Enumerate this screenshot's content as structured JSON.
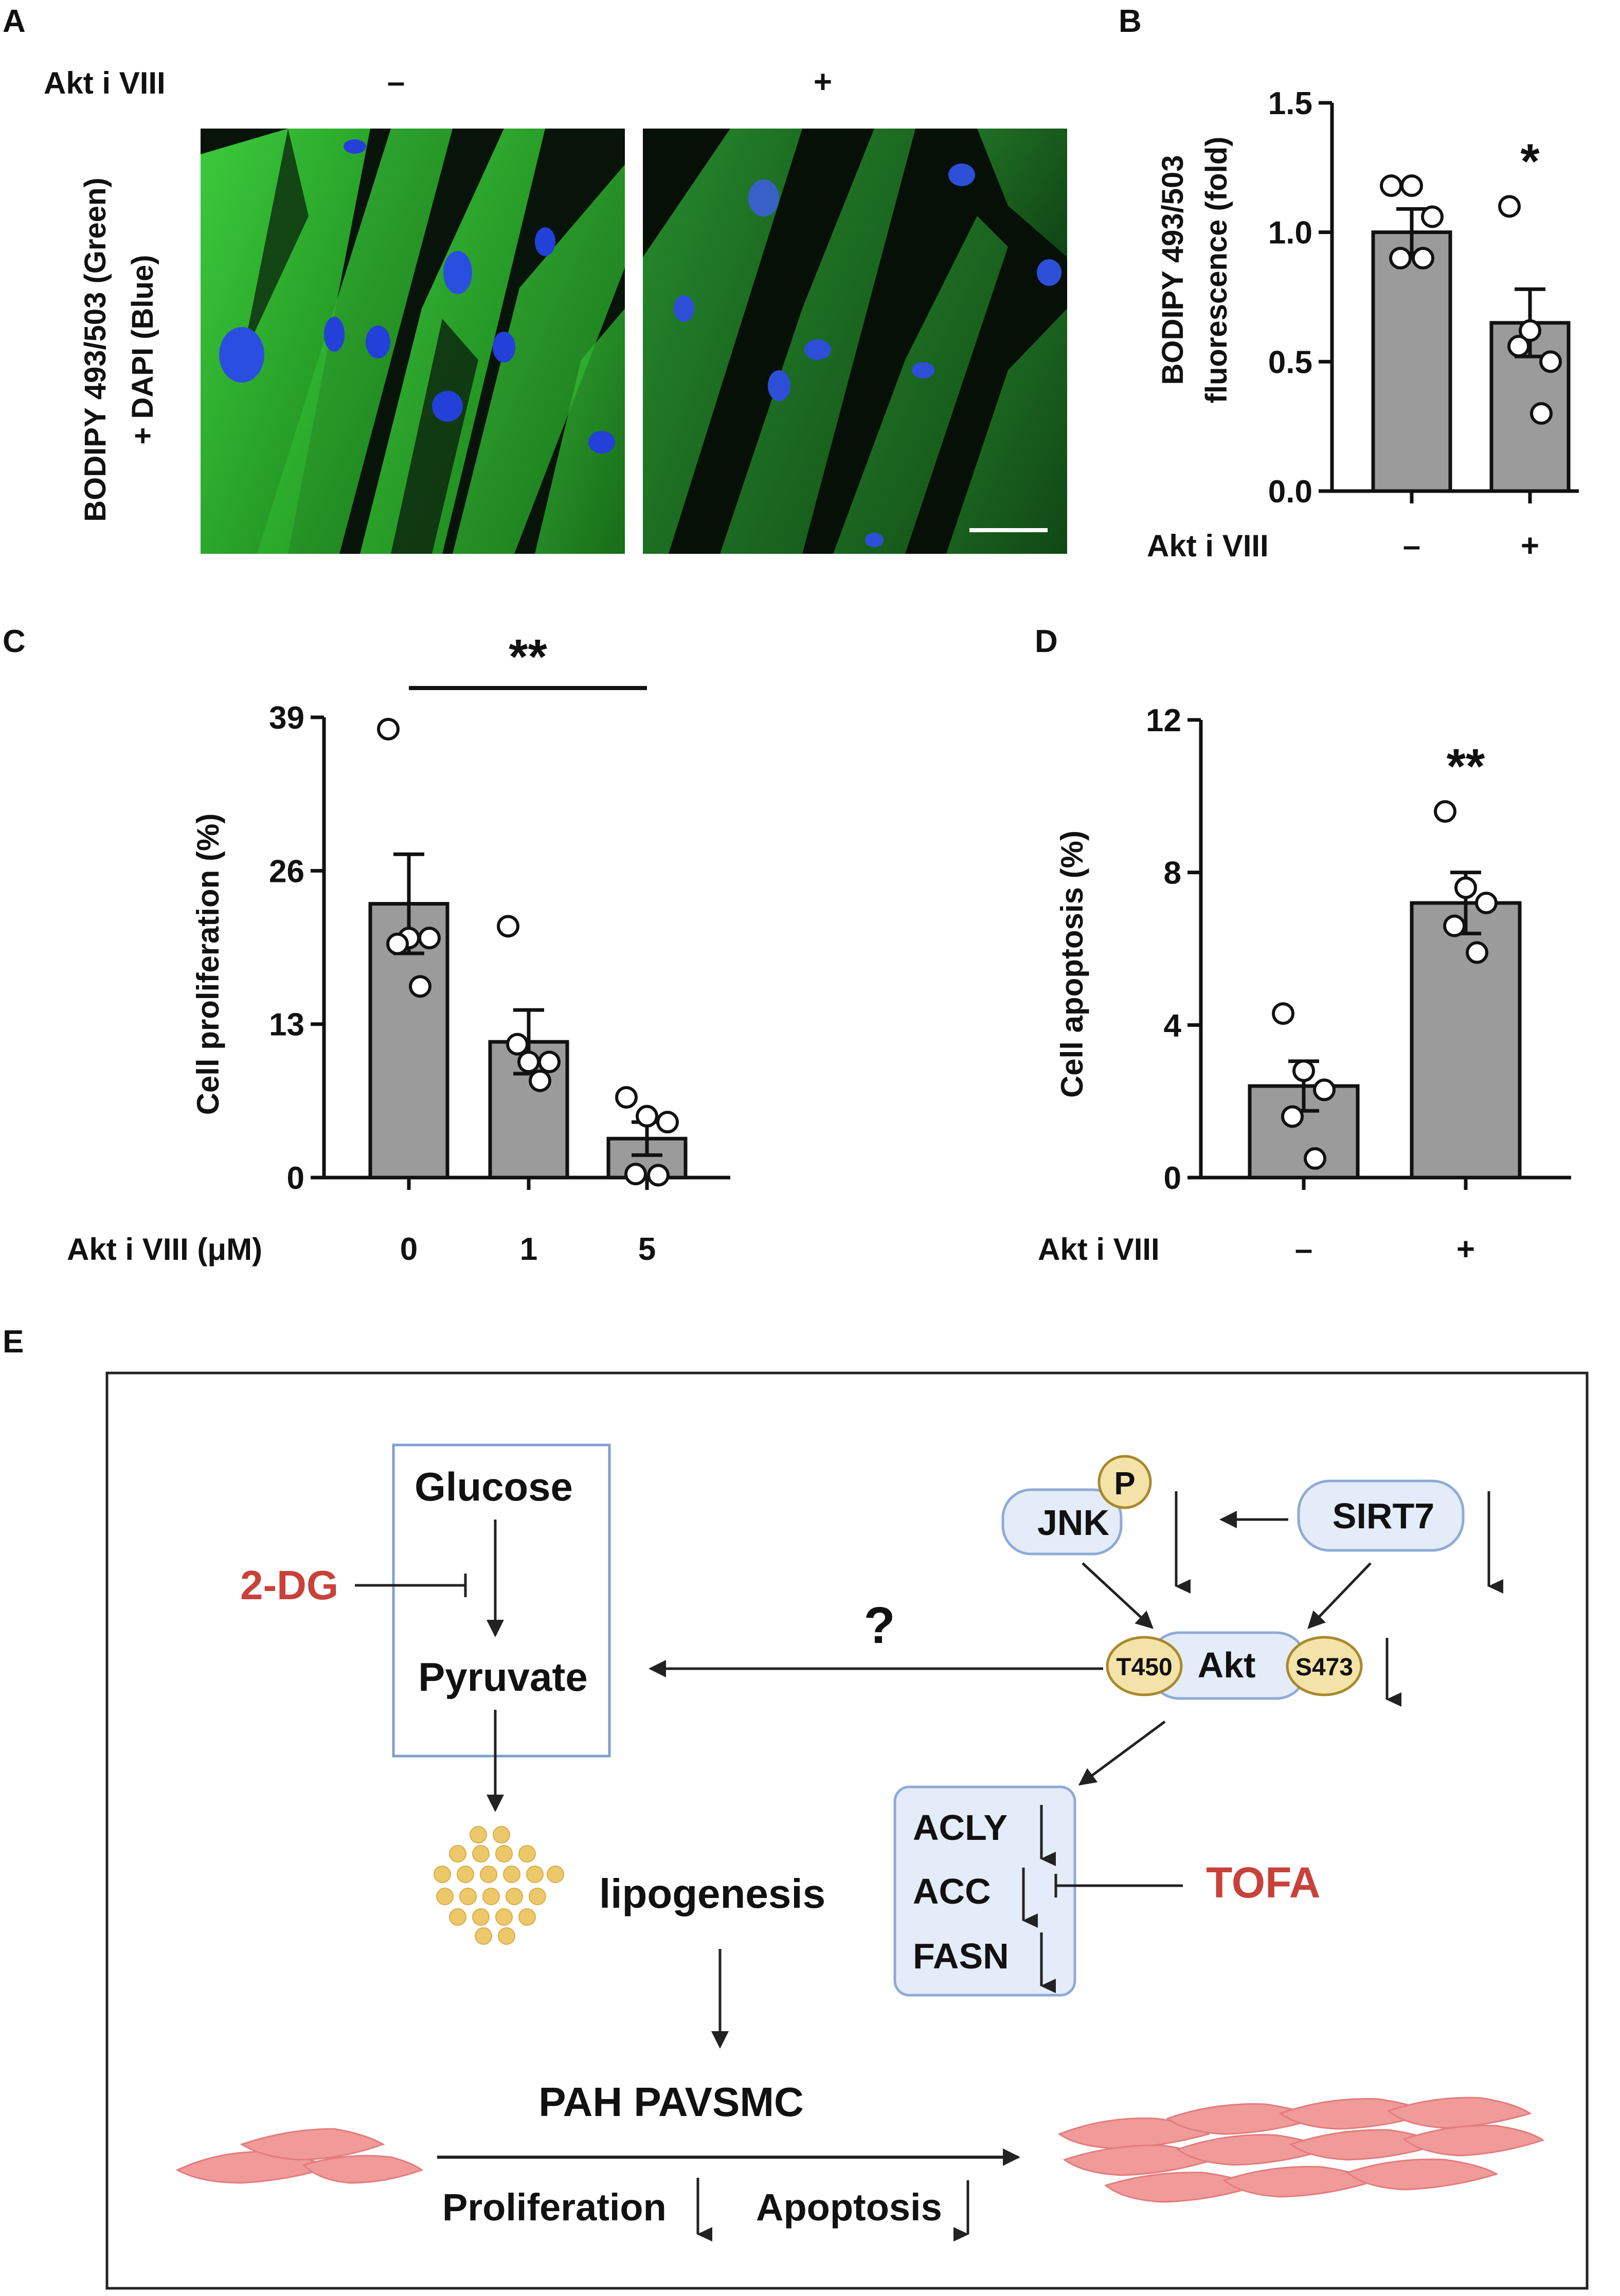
{
  "panels": {
    "A": {
      "letter": "A",
      "treatment_label": "Akt i VIII",
      "minus": "–",
      "plus": "+",
      "ylabel_line1": "BODIPY 493/503 (Green)",
      "ylabel_line2": "+ DAPI (Blue)",
      "image_colors": {
        "bg": "#0a1a0a",
        "lipid": "#3ec43e",
        "nucleus": "#1f3fe0"
      }
    },
    "B": {
      "letter": "B"
    },
    "C": {
      "letter": "C"
    },
    "D": {
      "letter": "D"
    },
    "E": {
      "letter": "E"
    }
  },
  "chart_data": [
    {
      "panel": "B",
      "type": "bar",
      "ylabel_line1": "BODIPY 493/503",
      "ylabel_line2": "fluorescence (fold)",
      "xlabel": "Akt i VIII",
      "categories": [
        "–",
        "+"
      ],
      "values": [
        1.0,
        0.65
      ],
      "sem": [
        0.09,
        0.13
      ],
      "points": [
        [
          1.18,
          1.18,
          1.06,
          0.9,
          0.9
        ],
        [
          1.1,
          0.62,
          0.5,
          0.56,
          0.3
        ]
      ],
      "ylim": [
        0,
        1.5
      ],
      "yticks": [
        "0.0",
        "0.5",
        "1.0",
        "1.5"
      ],
      "significance": [
        {
          "bar": 1,
          "label": "*"
        }
      ]
    },
    {
      "panel": "C",
      "type": "bar",
      "ylabel": "Cell proliferation (%)",
      "xlabel": "Akt i VIII (μM)",
      "categories": [
        "0",
        "1",
        "5"
      ],
      "values": [
        23.2,
        11.5,
        3.3
      ],
      "sem": [
        4.2,
        2.7,
        1.4
      ],
      "points": [
        [
          38,
          20.3,
          20.3,
          19.8,
          16.2
        ],
        [
          21.3,
          9.8,
          9.8,
          11.3,
          8.2
        ],
        [
          6.8,
          5.2,
          4.7,
          0.3,
          0.2
        ]
      ],
      "ylim": [
        0,
        39
      ],
      "yticks": [
        "0",
        "13",
        "26",
        "39"
      ],
      "significance": [
        {
          "from": 0,
          "to": 2,
          "label": "**"
        }
      ]
    },
    {
      "panel": "D",
      "type": "bar",
      "ylabel": "Cell apoptosis (%)",
      "xlabel": "Akt i VIII",
      "categories": [
        "–",
        "+"
      ],
      "values": [
        2.4,
        7.2
      ],
      "sem": [
        0.65,
        0.8
      ],
      "points": [
        [
          4.3,
          2.8,
          2.3,
          1.6,
          0.5
        ],
        [
          9.6,
          7.6,
          7.2,
          6.6,
          5.9
        ]
      ],
      "ylim": [
        0,
        12
      ],
      "yticks": [
        "0",
        "4",
        "8",
        "12"
      ],
      "significance": [
        {
          "bar": 1,
          "label": "**"
        }
      ]
    }
  ],
  "schematic": {
    "glucose": "Glucose",
    "pyruvate": "Pyruvate",
    "inhibitor_2dg": "2-DG",
    "question": "?",
    "jnk": "JNK",
    "phospho": "P",
    "sirt7": "SIRT7",
    "akt": "Akt",
    "t450": "T450",
    "s473": "S473",
    "acly": "ACLY",
    "acc": "ACC",
    "fasn": "FASN",
    "tofa": "TOFA",
    "lipogenesis": "lipogenesis",
    "cell_type": "PAH PAVSMC",
    "proliferation": "Proliferation",
    "apoptosis": "Apoptosis",
    "colors": {
      "inhibitor": "#c8413a",
      "box_border": "#7f9fcf",
      "node_fill": "#e3ecf8",
      "node_border": "#8eaad6",
      "phospho_fill": "#f3e3a8",
      "phospho_border": "#a8882c",
      "lipid": "#ecc86a",
      "cell": "#f19a9a"
    }
  }
}
